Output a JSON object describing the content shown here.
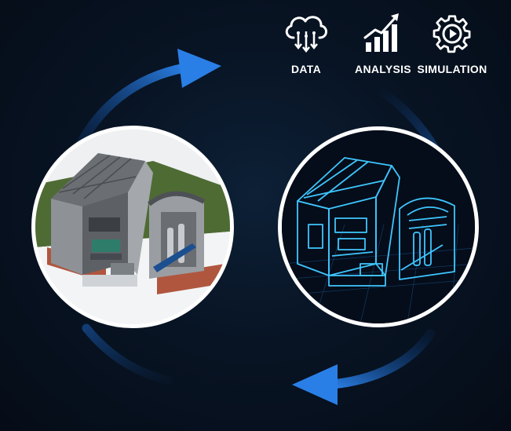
{
  "features": [
    {
      "id": "data",
      "label": "DATA",
      "icon": "cloud-download-icon"
    },
    {
      "id": "analysis",
      "label": "ANALYSIS",
      "icon": "bar-chart-growth-icon"
    },
    {
      "id": "simulation",
      "label": "SIMULATION",
      "icon": "gear-play-icon"
    }
  ],
  "colors": {
    "background": "#07111f",
    "arrow_blue": "#1f6fd6",
    "wireframe_cyan": "#3fc6ff",
    "ring_white": "#ffffff"
  }
}
